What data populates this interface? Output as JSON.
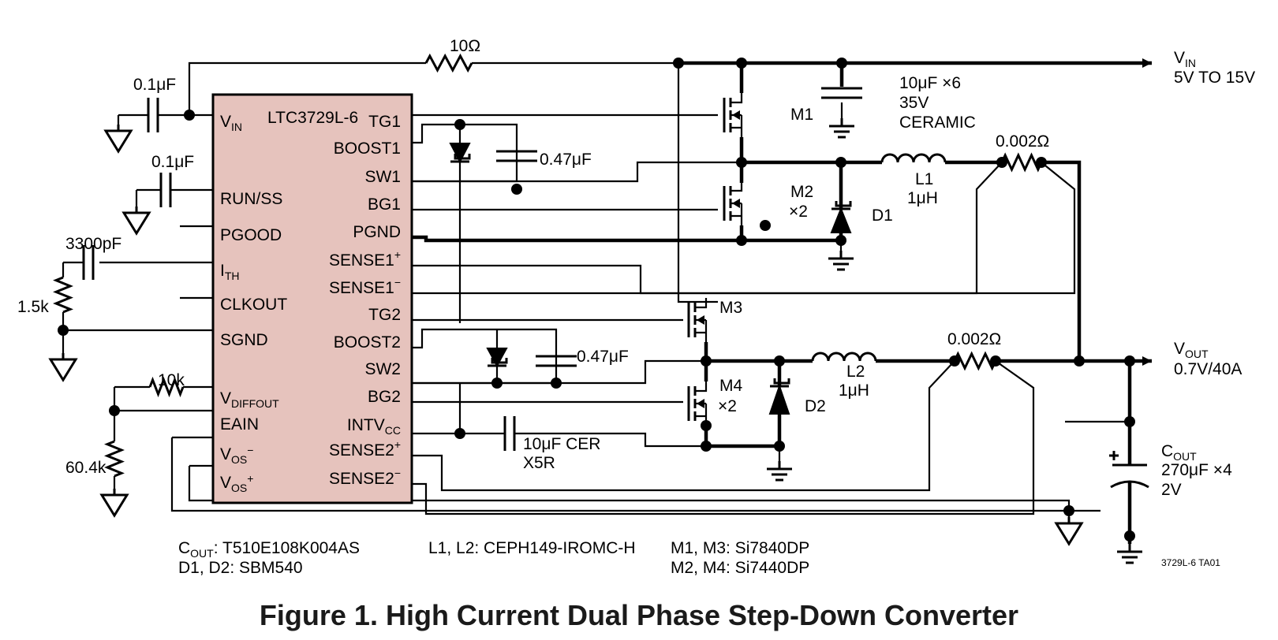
{
  "ic": {
    "name": "LTC3729L-6",
    "body_color": "#e6c3bd",
    "left_pins": [
      "V_IN",
      "RUN/SS",
      "PGOOD",
      "I_TH",
      "CLKOUT",
      "SGND",
      "V_DIFFOUT",
      "EAIN",
      "V_OS^-",
      "V_OS^+"
    ],
    "right_pins": [
      "TG1",
      "BOOST1",
      "SW1",
      "BG1",
      "PGND",
      "SENSE1^+",
      "SENSE1^-",
      "TG2",
      "BOOST2",
      "SW2",
      "BG2",
      "INTV_CC",
      "SENSE2^+",
      "SENSE2^-"
    ]
  },
  "components": {
    "r_vin": "10Ω",
    "c_vin": "0.1μF",
    "c_run": "0.1μF",
    "c_ith": "3300pF",
    "r_ith": "1.5k",
    "r_diff": "10k",
    "r_ea": "60.4k",
    "c_boost1": "0.47μF",
    "c_boost2": "0.47μF",
    "c_intvcc_1": "10μF CER",
    "c_intvcc_2": "X5R",
    "c_in_1": "10μF ×6",
    "c_in_2": "35V",
    "c_in_3": "CERAMIC",
    "m1": "M1",
    "m2": "M2",
    "m2_mult": "×2",
    "m3": "M3",
    "m4": "M4",
    "m4_mult": "×2",
    "d1": "D1",
    "d2": "D2",
    "l1": "L1",
    "l1_val": "1μH",
    "l2": "L2",
    "l2_val": "1μH",
    "rs1": "0.002Ω",
    "rs2": "0.002Ω",
    "cout_name": "C_OUT",
    "cout_val": "270μF ×4",
    "cout_volt": "2V"
  },
  "rails": {
    "vin_name": "V_IN",
    "vin_range": "5V TO 15V",
    "vout_name": "V_OUT",
    "vout_spec": "0.7V/40A"
  },
  "notes": {
    "n1": "C_OUT: T510E108K004AS",
    "n2": "D1, D2: SBM540",
    "n3": "L1, L2: CEPH149-IROMC-H",
    "n4": "M1, M3: Si7840DP",
    "n5": "M2, M4: Si7440DP",
    "code": "3729L-6 TA01"
  },
  "caption": "Figure 1. High Current Dual Phase Step-Down Converter"
}
